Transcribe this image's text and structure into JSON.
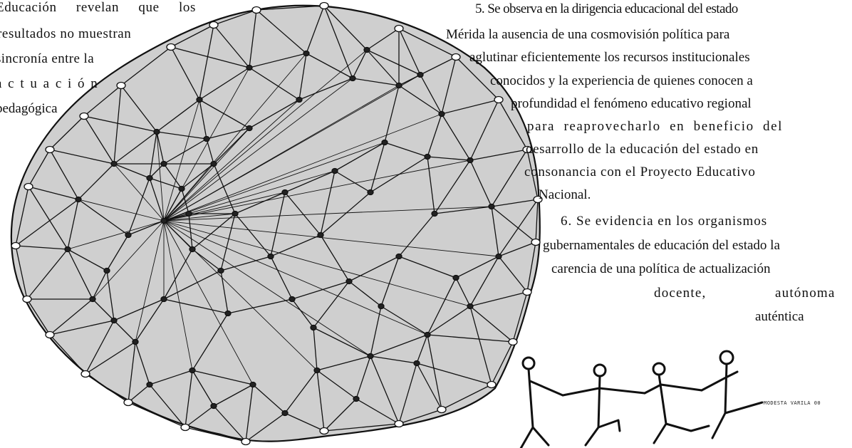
{
  "left_column": {
    "lines": [
      "Educación revelan que los",
      "resultados no muestran",
      "sincronía entre la",
      "a c t u a c i ó n",
      "pedagógica"
    ]
  },
  "right_column": {
    "item5_lines": [
      "5. Se observa en la dirigencia educacional del estado",
      "Mérida la ausencia de una cosmovisión política para",
      "aglutinar eficientemente los recursos institucionales",
      "conocidos y la experiencia de quienes conocen a",
      "profundidad el fenómeno educativo regional",
      "para reaprovecharlo en beneficio del",
      "desarrollo de la educación del estado en",
      "consonancia con el Proyecto Educativo",
      "Nacional."
    ],
    "item6_lines": [
      "6. Se evidencia en los organismos",
      "gubernamentales de educación del estado la",
      "carencia de una política de actualización",
      "docente,",
      "autónoma",
      "auténtica"
    ]
  },
  "illustration": {
    "signature": "MODESTA VARILA 00",
    "fill_color": "#cfcfcf",
    "stroke_color": "#111111"
  }
}
